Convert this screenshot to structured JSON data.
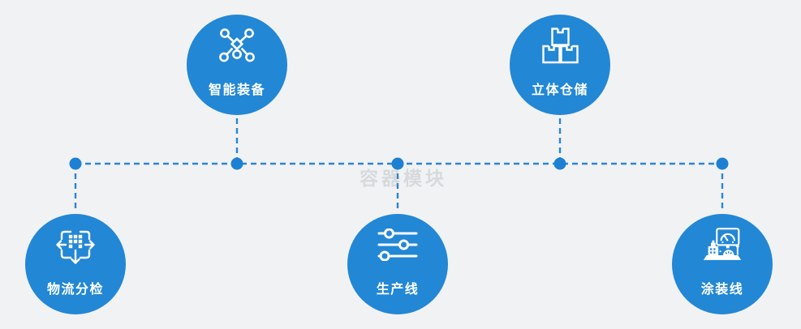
{
  "watermark": "容器模块",
  "colors": {
    "node_blue": "#2287d5",
    "connector_blue": "#2c86d2",
    "dot_blue": "#1e80d3",
    "background": "#f1f2f4",
    "label_text": "#ffffff"
  },
  "nodes": [
    {
      "label": "智能装备",
      "icon": "network-nodes-icon",
      "row": "top"
    },
    {
      "label": "立体仓储",
      "icon": "stacked-boxes-icon",
      "row": "top"
    },
    {
      "label": "物流分检",
      "icon": "sorting-crosshair-icon",
      "row": "bottom"
    },
    {
      "label": "生产线",
      "icon": "sliders-icon",
      "row": "bottom"
    },
    {
      "label": "涂装线",
      "icon": "control-station-icon",
      "row": "bottom"
    }
  ]
}
